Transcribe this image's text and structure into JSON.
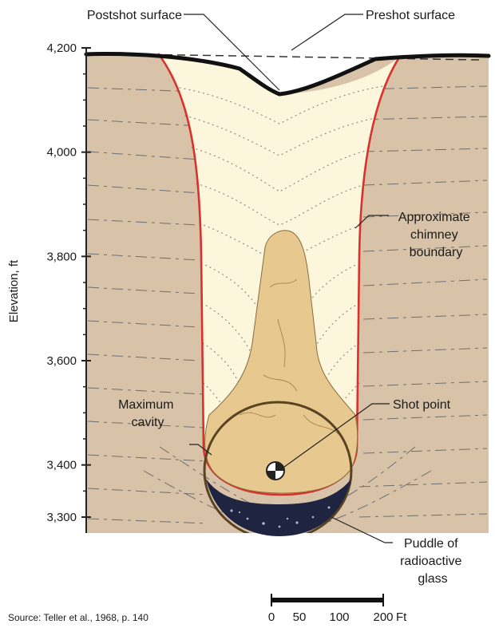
{
  "labels": {
    "postshot": "Postshot surface",
    "preshot": "Preshot surface",
    "chimney": [
      "Approximate",
      "chimney",
      "boundary"
    ],
    "max_cavity": [
      "Maximum",
      "cavity"
    ],
    "shot_point": "Shot point",
    "puddle": [
      "Puddle of",
      "radioactive",
      "glass"
    ]
  },
  "axis": {
    "title": "Elevation, ft",
    "ticks": [
      {
        "label": "4,200",
        "value": 4200
      },
      {
        "label": "4,000",
        "value": 4000
      },
      {
        "label": "3,800",
        "value": 3800
      },
      {
        "label": "3,600",
        "value": 3600
      },
      {
        "label": "3,400",
        "value": 3400
      },
      {
        "label": "3,300",
        "value": 3300
      }
    ]
  },
  "scale_bar": {
    "ticks": [
      "0",
      "50",
      "100",
      "200"
    ],
    "unit": "Ft"
  },
  "source": "Source: Teller et al., 1968, p. 140",
  "colors": {
    "ground": "#d8c3a9",
    "chimney_fill": "#fbf6dc",
    "chimney_boundary": "#d9322c",
    "rubble": "#e7c98f",
    "glass": "#1f2540",
    "surface": "#111111"
  }
}
